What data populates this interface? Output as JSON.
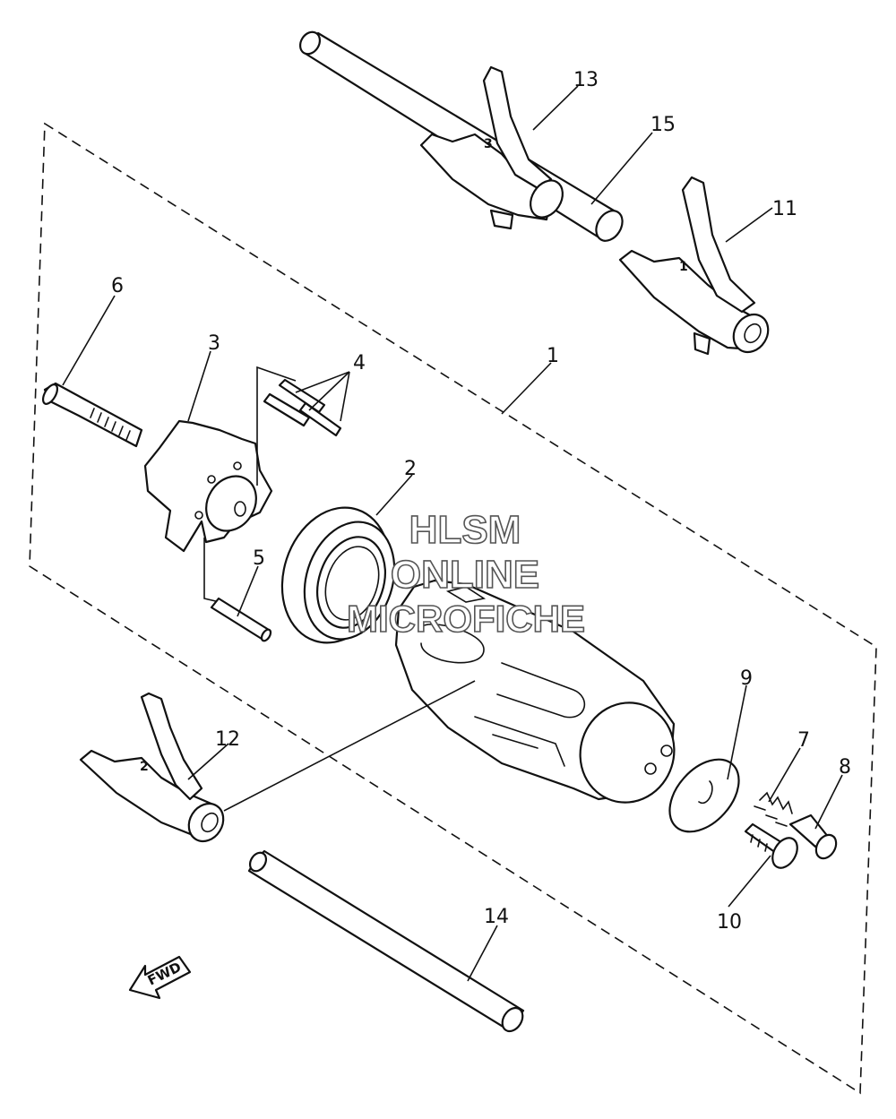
{
  "callouts": [
    "1",
    "2",
    "3",
    "4",
    "5",
    "6",
    "7",
    "8",
    "9",
    "10",
    "11",
    "12",
    "13",
    "14",
    "15"
  ],
  "watermark": {
    "line1": "HLSM",
    "line2": "ONLINE",
    "line3": "MICROFICHE"
  },
  "direction_label": "FWD",
  "fork_marks": {
    "fork_13": "3",
    "fork_11": "1",
    "fork_12": "2"
  }
}
